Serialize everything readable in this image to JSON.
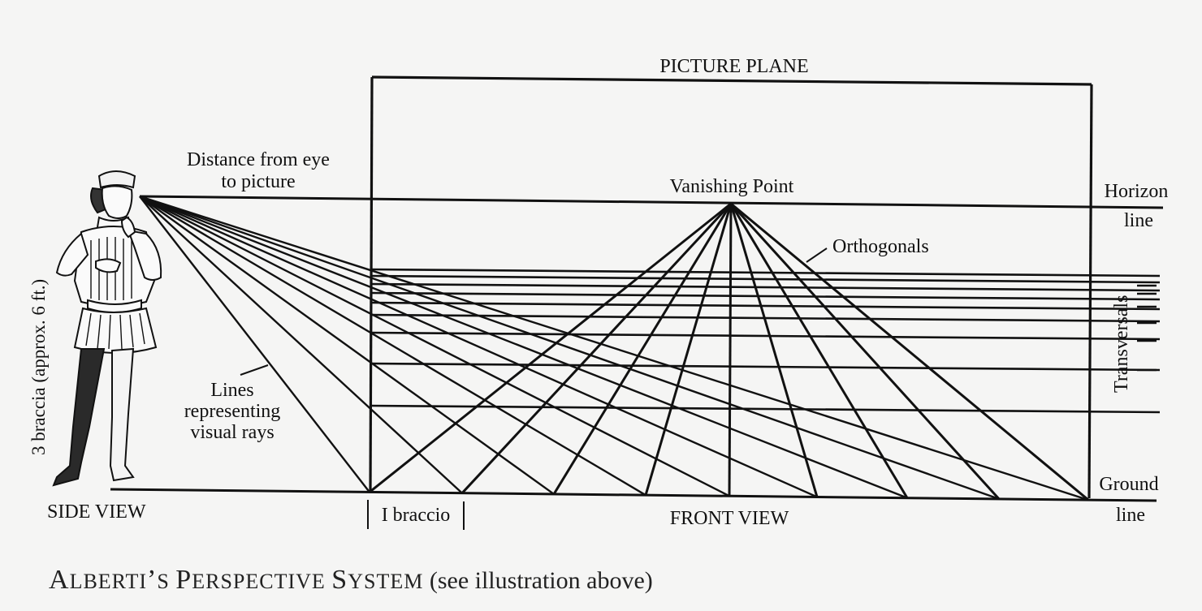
{
  "diagram": {
    "picture_plane_label": "PICTURE PLANE",
    "distance_label_line1": "Distance from eye",
    "distance_label_line2": "to picture",
    "vanishing_point_label": "Vanishing Point",
    "horizon_label_line1": "Horizon",
    "horizon_label_line2": "line",
    "orthogonals_label": "Orthogonals",
    "transversals_label": "Transversals",
    "visual_rays_label_line1": "Lines",
    "visual_rays_label_line2": "representing",
    "visual_rays_label_line3": "visual rays",
    "height_label": "3 braccia (approx. 6 ft.)",
    "ground_label_line1": "Ground",
    "ground_label_line2": "line",
    "side_view_label": "SIDE VIEW",
    "front_view_label": "FRONT VIEW",
    "braccio_label": "I braccio",
    "figure": "man-in-tunic-illustration"
  },
  "caption": {
    "title_A": "A",
    "title_lberti": "LBERTI",
    "title_apos": "’",
    "title_s": "S ",
    "title_P": "P",
    "title_erspective": "ERSPECTIVE ",
    "title_S": "S",
    "title_ystem": "YSTEM",
    "note": " (see illustration above)"
  }
}
